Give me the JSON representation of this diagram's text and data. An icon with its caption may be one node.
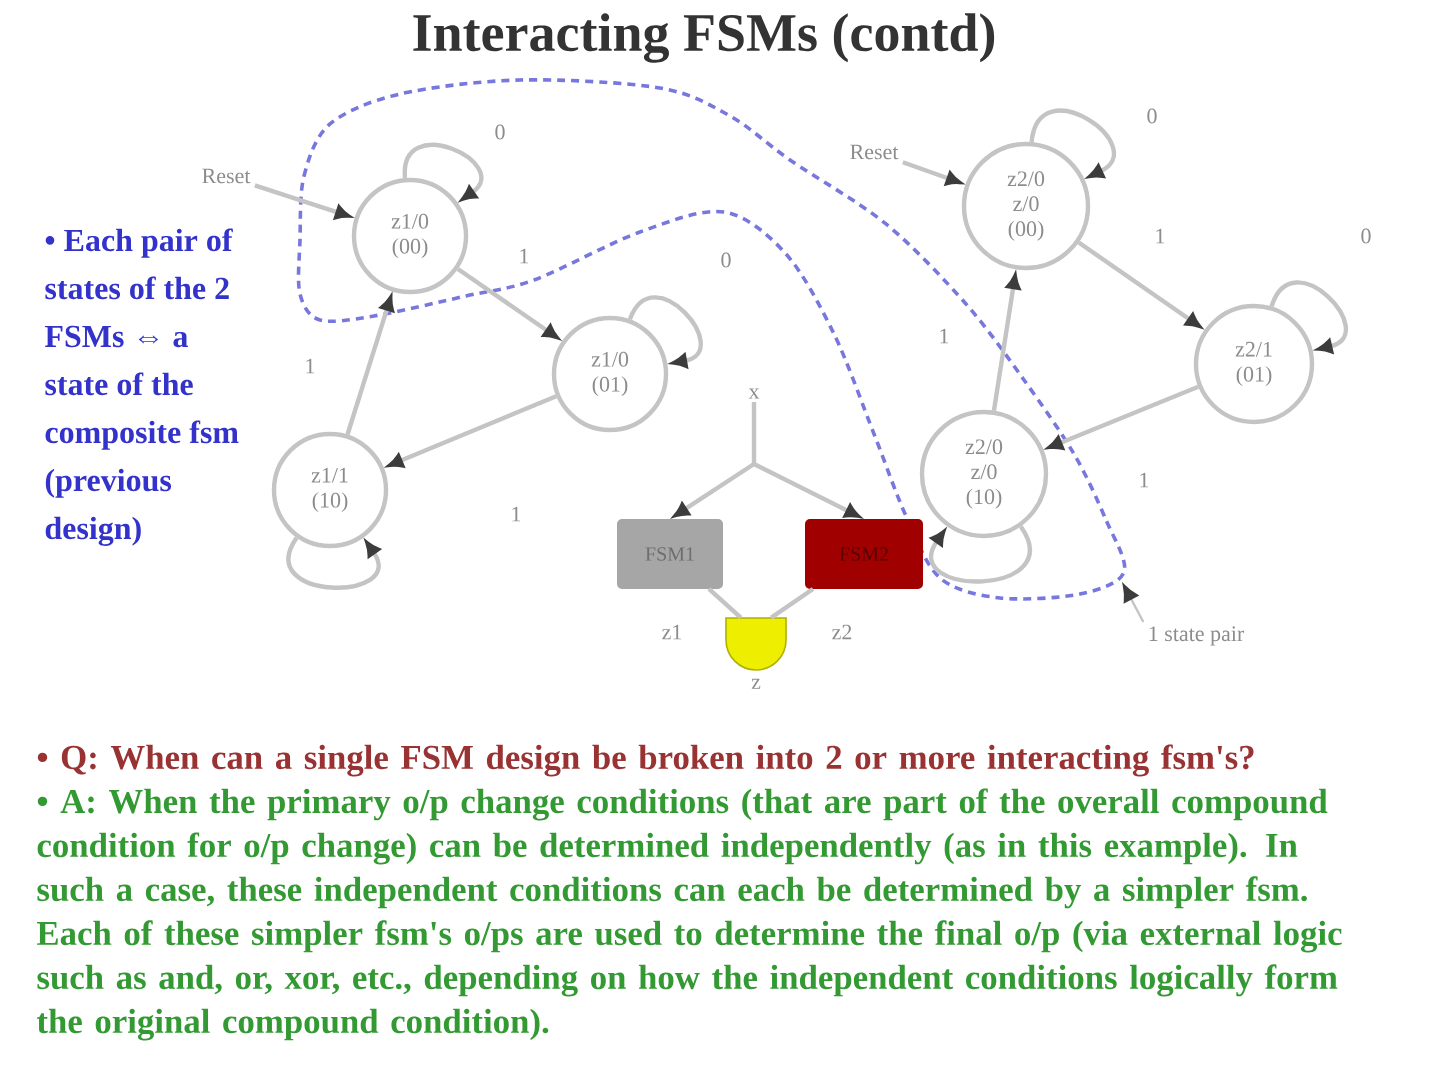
{
  "diagram": {
    "title": "Interacting FSMs (contd)",
    "nodes": [
      {
        "text": [
          "Reset"
        ]
      },
      {
        "text": [
          "z1/0",
          "(00)"
        ]
      },
      {
        "text": [
          "z1/0",
          "(01)"
        ]
      },
      {
        "text": [
          "z1/1",
          "(10)"
        ]
      },
      {
        "text": [
          "Reset"
        ]
      },
      {
        "text": [
          "z2/0",
          "z/0",
          "(00)"
        ]
      },
      {
        "text": [
          "z2/1",
          "(01)"
        ]
      },
      {
        "text": [
          "z2/0",
          "z/0",
          "(10)"
        ]
      },
      {
        "text": [
          "x"
        ]
      },
      {
        "text": [
          "FSM1"
        ]
      },
      {
        "text": [
          "FSM2"
        ]
      },
      {
        "text": [],
        "shape": "gate",
        "beside": [
          "z"
        ]
      },
      {
        "text": [
          "1 state pair"
        ]
      }
    ],
    "edges": [
      {
        "from": 0,
        "to": 1,
        "arrow": "to"
      },
      {
        "from": 1,
        "to": 1,
        "arrow": "to",
        "label": "0"
      },
      {
        "from": 1,
        "to": 2,
        "arrow": "to",
        "label": "1"
      },
      {
        "from": 2,
        "to": 2,
        "arrow": "to",
        "label": "0"
      },
      {
        "from": 2,
        "to": 3,
        "arrow": "to",
        "label": "1"
      },
      {
        "from": 3,
        "to": 1,
        "arrow": "to",
        "label": "1"
      },
      {
        "from": 3,
        "to": 3,
        "arrow": "to"
      },
      {
        "from": 4,
        "to": 5,
        "arrow": "to"
      },
      {
        "from": 5,
        "to": 5,
        "arrow": "to",
        "label": "0"
      },
      {
        "from": 5,
        "to": 6,
        "arrow": "to",
        "label": "1"
      },
      {
        "from": 6,
        "to": 6,
        "arrow": "to",
        "label": "0"
      },
      {
        "from": 6,
        "to": 7,
        "arrow": "to",
        "label": "1"
      },
      {
        "from": 7,
        "to": 5,
        "arrow": "to",
        "label": "1"
      },
      {
        "from": 7,
        "to": 7,
        "arrow": "to"
      },
      {
        "from": 8,
        "to": 9,
        "arrow": "to"
      },
      {
        "from": 8,
        "to": 10,
        "arrow": "to"
      },
      {
        "from": 9,
        "to": 11,
        "arrow": "none",
        "label": "z1"
      },
      {
        "from": 10,
        "to": 11,
        "arrow": "none",
        "label": "z2"
      },
      {
        "from": 12,
        "to": null,
        "arrow": "to"
      }
    ],
    "labels": [
      "• Each pair of states of the 2 FSMs ⇔ a state of the composite fsm (previous design)",
      "• Q: When can a single FSM design be broken into 2 or more interacting fsm's?",
      "• A: When the primary o/p change conditions (that are part of the overall compound condition for o/p change) can be determined independently (as in this example). In such a case, these independent conditions can each be determined by a simpler fsm. Each of these simpler fsm's o/ps are used to determine the final o/p (via external logic such as and, or, xor, etc., depending on how the independent conditions logically form the original compound condition)."
    ]
  }
}
